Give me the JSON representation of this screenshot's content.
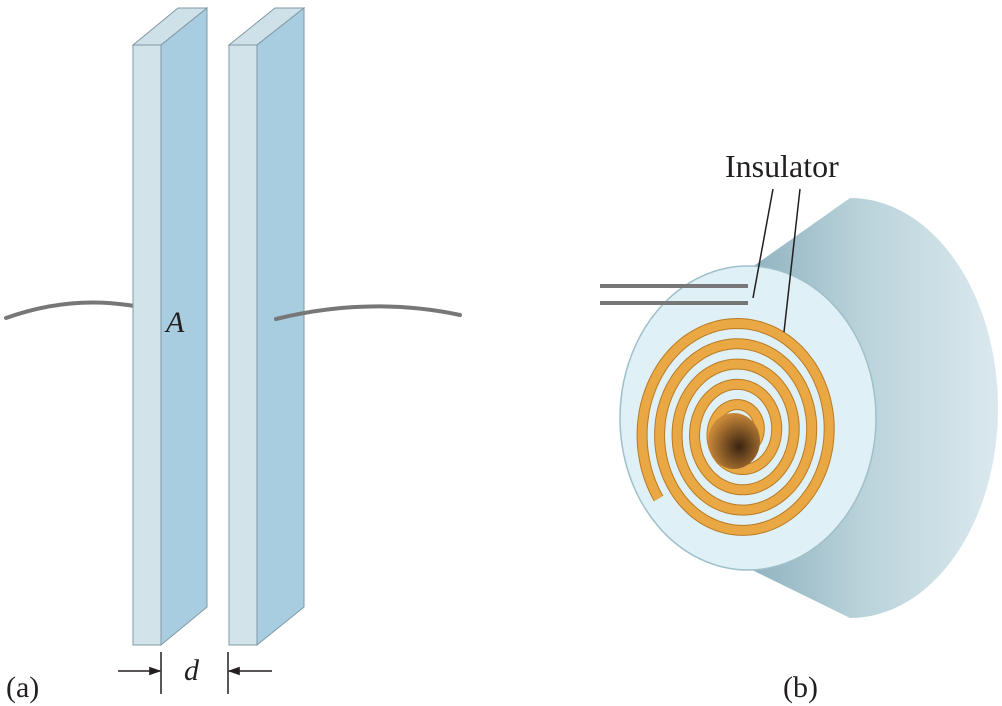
{
  "panel_a": {
    "caption": "(a)",
    "area_label": "A",
    "separation_label": "d"
  },
  "panel_b": {
    "caption": "(b)",
    "insulator_label": "Insulator"
  },
  "colors": {
    "plate_face": "#a9cde0",
    "plate_edge": "#d3e3ea",
    "wire": "#777777",
    "conductor": "#e9a843",
    "insulator": "#dff1f6",
    "cylinder_shell": "#aac6d0",
    "text": "#231f20"
  }
}
